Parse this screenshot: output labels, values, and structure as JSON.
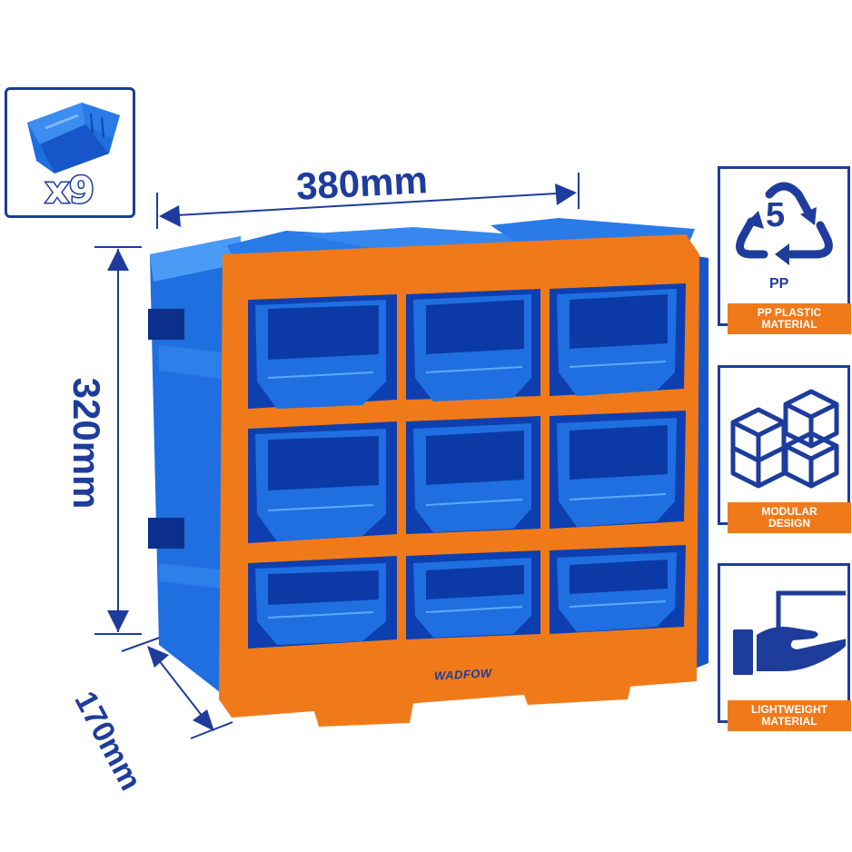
{
  "product": {
    "brand": "WADFOW",
    "quantity_badge": "x9",
    "dimensions": {
      "width": "380mm",
      "height": "320mm",
      "depth": "170mm"
    },
    "grid": {
      "rows": 3,
      "columns": 3,
      "bin_count": 9
    },
    "colors": {
      "bin_blue": "#1f6fe0",
      "frame_orange": "#f07a1a",
      "accent_navy": "#1e3c9c"
    }
  },
  "features": [
    {
      "icon": "recycle-pp5-icon",
      "symbol_number": "5",
      "symbol_code": "PP",
      "line1": "PP PLASTIC",
      "line2": "MATERIAL"
    },
    {
      "icon": "modular-cubes-icon",
      "line1": "MODULAR",
      "line2": "DESIGN"
    },
    {
      "icon": "hand-holding-icon",
      "line1": "LIGHTWEIGHT",
      "line2": "MATERIAL"
    }
  ]
}
